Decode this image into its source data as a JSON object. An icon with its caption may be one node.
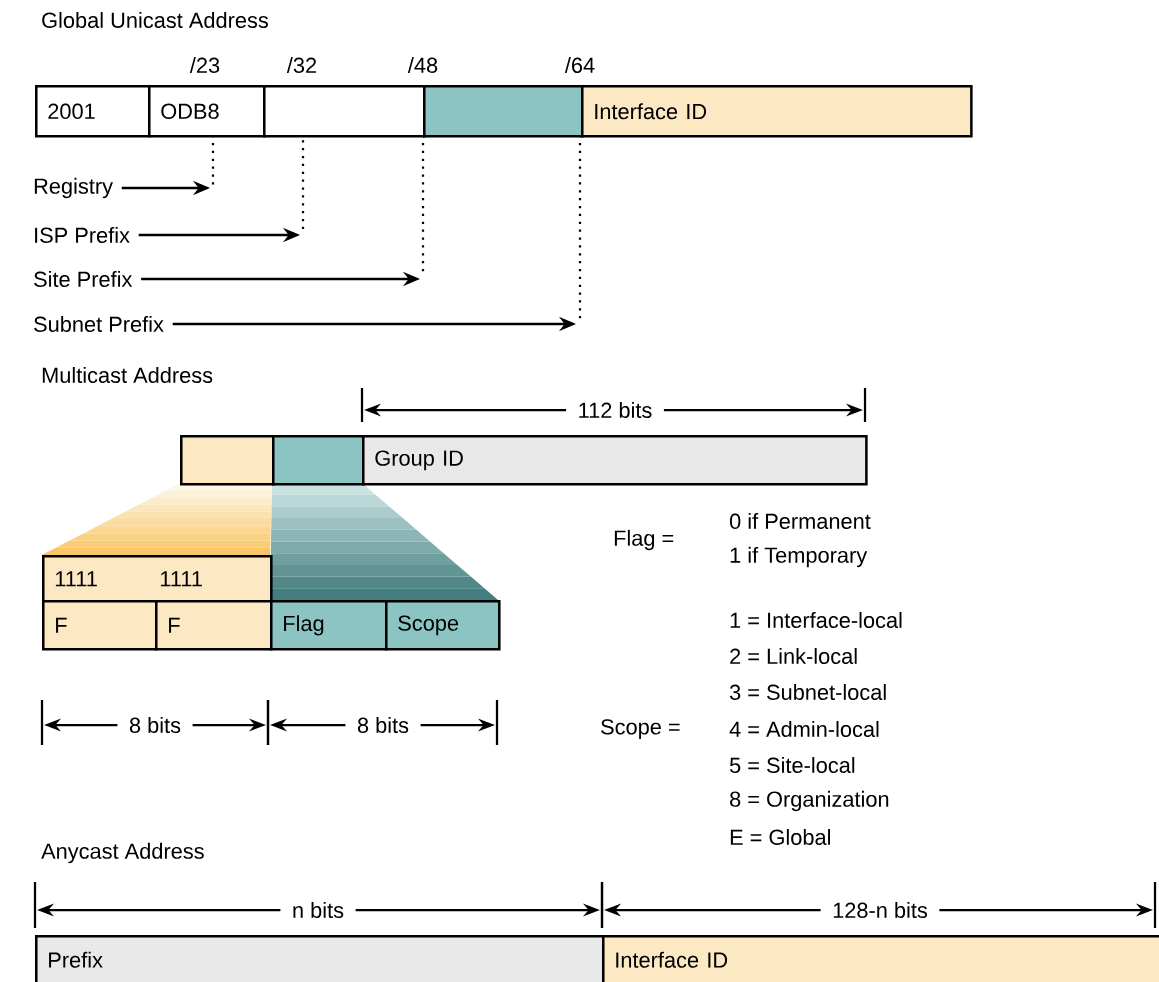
{
  "diagram": {
    "nodes": [
      {
        "text": [
          "2001"
        ]
      },
      {
        "text": [
          "ODB8"
        ]
      },
      {
        "text": [],
        "shape": "box"
      },
      {
        "text": [],
        "shape": "box"
      },
      {
        "text": [
          "Interface ID"
        ]
      },
      {
        "text": [
          "Registry"
        ]
      },
      {
        "text": [
          "ISP Prefix"
        ]
      },
      {
        "text": [
          "Site Prefix"
        ]
      },
      {
        "text": [
          "Subnet Prefix"
        ]
      },
      {
        "text": [],
        "shape": "box"
      },
      {
        "text": [],
        "shape": "box"
      },
      {
        "text": [
          "Group ID"
        ]
      },
      {
        "text": [
          "1111",
          "1111"
        ]
      },
      {
        "text": [
          "F"
        ]
      },
      {
        "text": [
          "F"
        ]
      },
      {
        "text": [
          "Flag"
        ]
      },
      {
        "text": [
          "Scope"
        ]
      },
      {
        "text": [
          "Prefix"
        ]
      },
      {
        "text": [
          "Interface ID"
        ]
      }
    ],
    "edges": [
      {
        "from": 5,
        "to": null,
        "arrow": "to"
      },
      {
        "from": 6,
        "to": null,
        "arrow": "to"
      },
      {
        "from": 7,
        "to": null,
        "arrow": "to"
      },
      {
        "from": 8,
        "to": null,
        "arrow": "to"
      }
    ],
    "labels": [
      "Global Unicast Address",
      "/23",
      "/32",
      "/48",
      "/64",
      "Multicast Address",
      "112 bits",
      "Flag =",
      "0 if Permanent",
      "1 if Temporary",
      "8 bits",
      "8 bits",
      "1 = Interface-local",
      "2 = Link-local",
      "3 = Subnet-local",
      "Scope =",
      "4 = Admin-local",
      "5 = Site-local",
      "8 = Organization",
      "E = Global",
      "Anycast Address",
      "n bits",
      "128-n bits"
    ]
  }
}
